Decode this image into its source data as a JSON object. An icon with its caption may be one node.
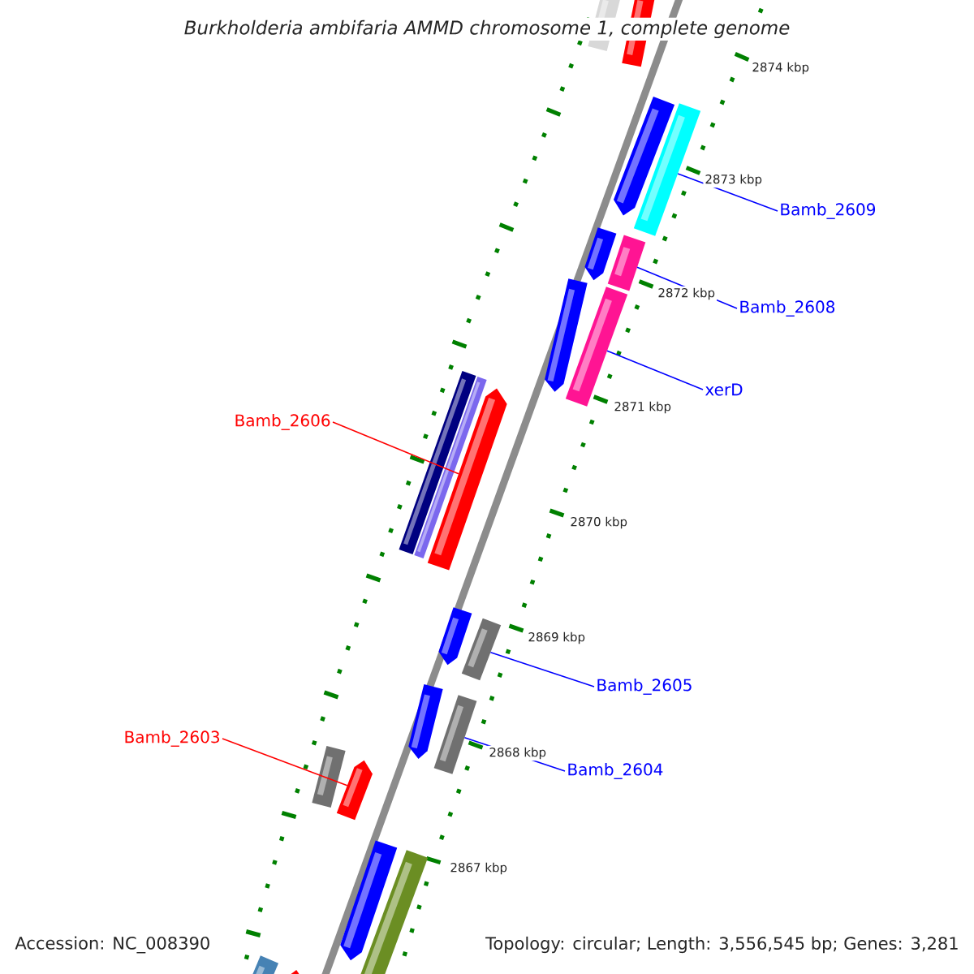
{
  "diagram": {
    "title": "Burkholderia ambifaria AMMD chromosome 1, complete genome",
    "nodes": [
      {
        "text": [
          "Bamb_2609"
        ]
      },
      {
        "text": [],
        "shape": "bar"
      },
      {
        "text": [
          "Bamb_2608"
        ]
      },
      {
        "text": [],
        "shape": "bar"
      },
      {
        "text": [
          "xerD"
        ]
      },
      {
        "text": [],
        "shape": "bar"
      },
      {
        "text": [
          "Bamb_2606"
        ]
      },
      {
        "text": [],
        "shape": "bar"
      },
      {
        "text": [
          "Bamb_2605"
        ]
      },
      {
        "text": [],
        "shape": "bar"
      },
      {
        "text": [
          "Bamb_2604"
        ]
      },
      {
        "text": [],
        "shape": "bar"
      },
      {
        "text": [
          "Bamb_2603"
        ]
      },
      {
        "text": [],
        "shape": "bar"
      }
    ],
    "edges": [
      {
        "from": 0,
        "to": 1,
        "arrow": "none"
      },
      {
        "from": 2,
        "to": 3,
        "arrow": "none"
      },
      {
        "from": 4,
        "to": 5,
        "arrow": "none"
      },
      {
        "from": 6,
        "to": 7,
        "arrow": "none",
        "color": "#ff0000"
      },
      {
        "from": 8,
        "to": 9,
        "arrow": "none"
      },
      {
        "from": 10,
        "to": 11,
        "arrow": "none"
      },
      {
        "from": 12,
        "to": 13,
        "arrow": "none",
        "color": "#ff0000"
      }
    ],
    "labels": [
      "2874 kbp",
      "2873 kbp",
      "2872 kbp",
      "2871 kbp",
      "2870 kbp",
      "2869 kbp",
      "2868 kbp",
      "2867 kbp",
      "Accession: NC_008390",
      "Topology: circular; Length: 3,556,545 bp; Genes: 3,281"
    ]
  }
}
